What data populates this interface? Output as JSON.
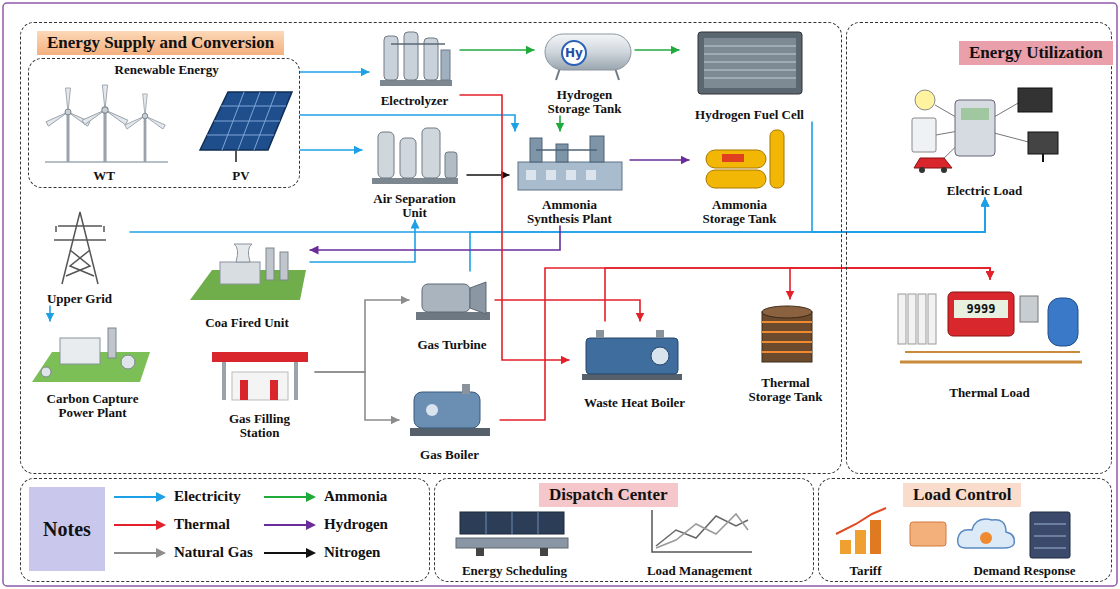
{
  "diagram": {
    "nodes": [
      {
        "text": [
          "Energy Supply and Conversion"
        ]
      },
      {
        "text": [
          "Renewable Energy"
        ],
        "in": 0
      },
      {
        "text": [
          "WT"
        ],
        "in": 1
      },
      {
        "text": [
          "PV"
        ],
        "in": 1
      },
      {
        "text": [
          "Electrolyzer"
        ],
        "in": 0
      },
      {
        "text": [
          "Hydrogen Storage Tank"
        ],
        "in": 0
      },
      {
        "text": [
          "Hydrogen Fuel Cell"
        ],
        "in": 0
      },
      {
        "text": [
          "Air Separation Unit"
        ],
        "in": 0
      },
      {
        "text": [
          "Ammonia Synthesis Plant"
        ],
        "in": 0
      },
      {
        "text": [
          "Ammonia Storage Tank"
        ],
        "in": 0
      },
      {
        "text": [
          "Upper Grid"
        ],
        "in": 0
      },
      {
        "text": [
          "Coa Fired Unit"
        ],
        "in": 0
      },
      {
        "text": [
          "Carbon Capture Power Plant"
        ],
        "in": 0
      },
      {
        "text": [
          "Gas Filling Station"
        ],
        "in": 0
      },
      {
        "text": [
          "Gas Turbine"
        ],
        "in": 0
      },
      {
        "text": [
          "Gas Boiler"
        ],
        "in": 0
      },
      {
        "text": [
          "Waste Heat Boiler"
        ],
        "in": 0
      },
      {
        "text": [
          "Thermal Storage Tank"
        ],
        "in": 0
      },
      {
        "text": [
          "Energy Utilization"
        ]
      },
      {
        "text": [
          "Electric Load"
        ],
        "in": 18
      },
      {
        "text": [
          "Thermal Load"
        ],
        "in": 18
      },
      {
        "text": [
          "Notes"
        ]
      },
      {
        "text": [
          "Dispatch Center"
        ]
      },
      {
        "text": [
          "Energy Scheduling"
        ],
        "in": 22
      },
      {
        "text": [
          "Load Management"
        ],
        "in": 22
      },
      {
        "text": [
          "Load Control"
        ]
      },
      {
        "text": [
          "Tariff"
        ],
        "in": 25
      },
      {
        "text": [
          "Demand Response"
        ],
        "in": 25
      }
    ],
    "edges": [
      {
        "from": 1,
        "to": 4,
        "arrow": "to"
      },
      {
        "from": 1,
        "to": 8,
        "arrow": "to"
      },
      {
        "from": 1,
        "to": 7,
        "arrow": "to"
      },
      {
        "from": 10,
        "to": 12,
        "arrow": "to"
      },
      {
        "from": 10,
        "to": 19,
        "arrow": "to"
      },
      {
        "from": 6,
        "to": 19,
        "arrow": "to"
      },
      {
        "from": 14,
        "to": 19,
        "arrow": "to"
      },
      {
        "from": 11,
        "to": 7,
        "arrow": "to"
      },
      {
        "from": 8,
        "to": 9,
        "arrow": "to"
      },
      {
        "from": 8,
        "to": 11,
        "arrow": "to"
      },
      {
        "from": 4,
        "to": 5,
        "arrow": "to"
      },
      {
        "from": 5,
        "to": 6,
        "arrow": "to"
      },
      {
        "from": 5,
        "to": 8,
        "arrow": "to"
      },
      {
        "from": 7,
        "to": 8,
        "arrow": "to"
      },
      {
        "from": 4,
        "to": 16,
        "arrow": "to"
      },
      {
        "from": 15,
        "to": 20,
        "arrow": "to"
      },
      {
        "from": 16,
        "to": 20,
        "arrow": "to"
      },
      {
        "from": 14,
        "to": 16,
        "arrow": "to"
      },
      {
        "from": 17,
        "to": 20,
        "arrow": "both"
      },
      {
        "from": 13,
        "to": 14,
        "arrow": "to"
      },
      {
        "from": 13,
        "to": 15,
        "arrow": "to"
      }
    ],
    "labels": [
      "Hy",
      "9999"
    ],
    "legend": [
      {
        "text": "Electricity"
      },
      {
        "text": "Ammonia"
      },
      {
        "text": "Thermal"
      },
      {
        "text": "Hydrogen"
      },
      {
        "text": "Natural Gas"
      },
      {
        "text": "Nitrogen"
      }
    ]
  }
}
